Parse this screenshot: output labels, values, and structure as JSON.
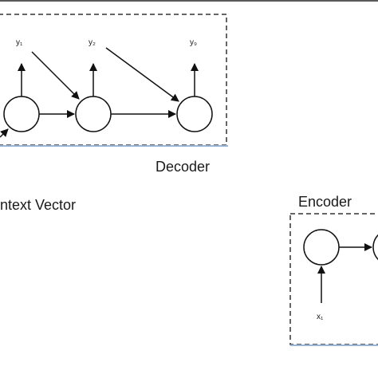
{
  "decoder": {
    "label": "Decoder",
    "outputs": [
      "y₁",
      "y₂",
      "y₉"
    ]
  },
  "encoder": {
    "label": "Encoder",
    "inputs": [
      "x₁"
    ]
  },
  "context": {
    "label": "ntext Vector"
  }
}
